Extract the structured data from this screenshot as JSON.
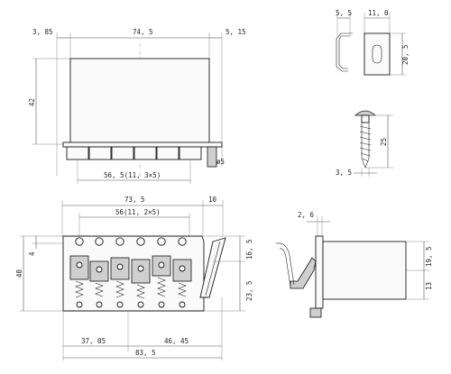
{
  "top_view": {
    "dim_left_offset": "3, 85",
    "dim_width": "74, 5",
    "dim_right_offset": "5, 15",
    "dim_height": "42",
    "dim_spacing": "56, 5(11, 3×5)",
    "dim_pin": "ø5"
  },
  "clip": {
    "dim_a": "5, 5",
    "dim_b": "11, 0",
    "dim_height": "20, 5"
  },
  "screw": {
    "dim_length": "25",
    "dim_diameter": "3, 5"
  },
  "front_view": {
    "dim_plate": "73, 5",
    "dim_arm": "10",
    "dim_spacing": "56(11, 2×5)",
    "dim_small": "4",
    "dim_height": "40",
    "dim_right_upper": "16, 5",
    "dim_right_lower": "23, 5",
    "dim_bottom_left": "37, 05",
    "dim_bottom_right": "46, 45",
    "dim_total": "83, 5"
  },
  "side_view": {
    "dim_top": "2, 6",
    "dim_right_upper": "19, 5",
    "dim_right_lower": "13"
  }
}
